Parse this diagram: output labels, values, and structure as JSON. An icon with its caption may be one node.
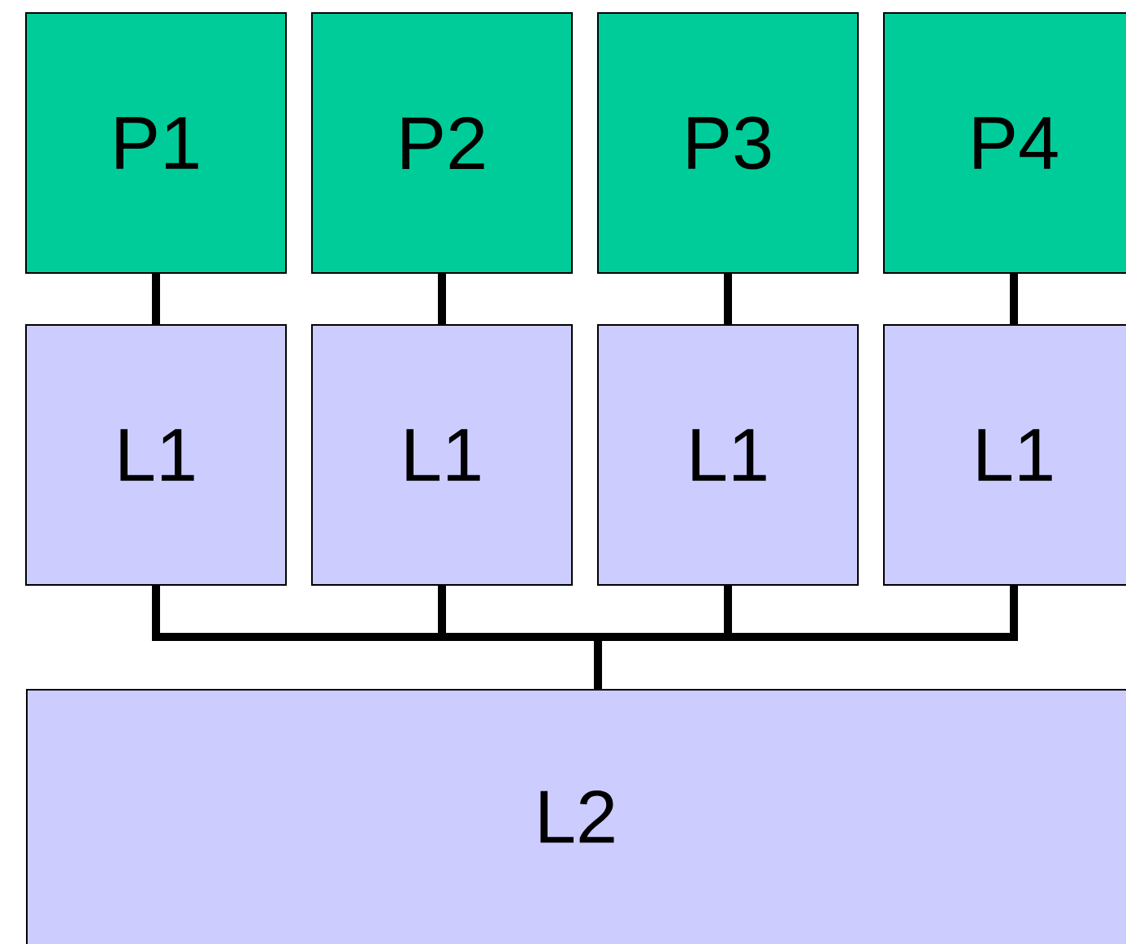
{
  "diagram": {
    "nodes": [
      {
        "text": [
          "P1"
        ]
      },
      {
        "text": [
          "P2"
        ]
      },
      {
        "text": [
          "P3"
        ]
      },
      {
        "text": [
          "P4"
        ]
      },
      {
        "text": [
          "L1"
        ]
      },
      {
        "text": [
          "L1"
        ]
      },
      {
        "text": [
          "L1"
        ]
      },
      {
        "text": [
          "L1"
        ]
      },
      {
        "text": [
          "L2"
        ]
      }
    ],
    "edges": [
      {
        "from": 0,
        "to": 4,
        "arrow": "none"
      },
      {
        "from": 1,
        "to": 5,
        "arrow": "none"
      },
      {
        "from": 2,
        "to": 6,
        "arrow": "none"
      },
      {
        "from": 3,
        "to": 7,
        "arrow": "none"
      },
      {
        "from": 4,
        "to": 8,
        "arrow": "none"
      },
      {
        "from": 5,
        "to": 8,
        "arrow": "none"
      },
      {
        "from": 6,
        "to": 8,
        "arrow": "none"
      },
      {
        "from": 7,
        "to": 8,
        "arrow": "none"
      }
    ]
  }
}
